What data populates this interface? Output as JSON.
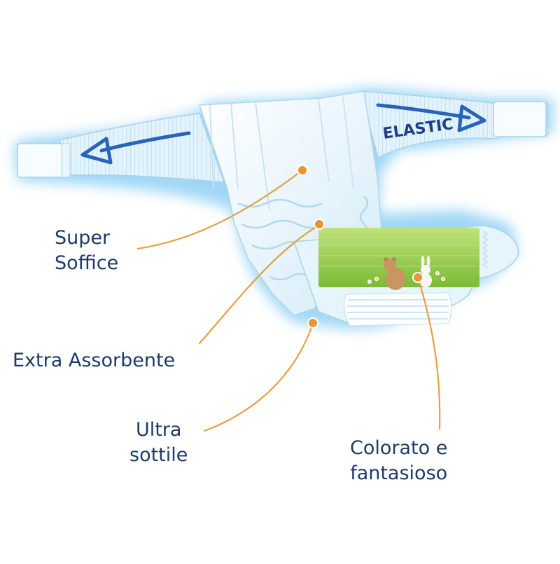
{
  "elastic_text": "ELASTIC",
  "labels": {
    "super_soffice": [
      "Super",
      "Soffice"
    ],
    "extra_assorbente": "Extra Assorbente",
    "ultra_sottile": [
      "Ultra",
      "sottile"
    ],
    "colorato_fantasioso": [
      "Colorato e",
      "fantasioso"
    ]
  },
  "colors": {
    "label_text": "#1f3a66",
    "callout_line": "#e6a042",
    "callout_dot": "#e8953a",
    "elastic_text": "#1d3f8a",
    "arrow_blue": "#2a63b8",
    "glow": "#9fd6f5",
    "panel_green": "#8cc83c"
  }
}
